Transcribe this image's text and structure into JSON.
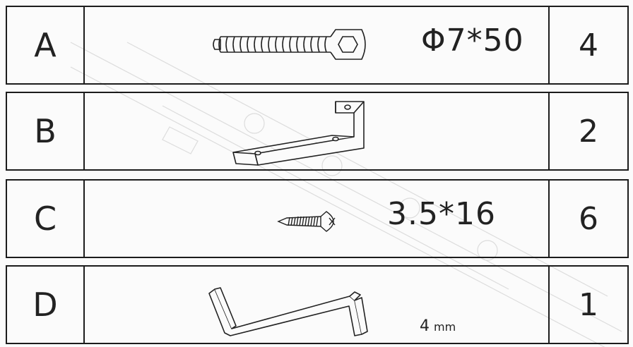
{
  "rows": [
    {
      "letter": "A",
      "spec": "Φ7*50",
      "qty": "4",
      "icon": "expansion-bolt-icon"
    },
    {
      "letter": "B",
      "spec": "",
      "qty": "2",
      "icon": "l-bracket-icon"
    },
    {
      "letter": "C",
      "spec": "3.5*16",
      "qty": "6",
      "icon": "wood-screw-icon"
    },
    {
      "letter": "D",
      "spec": "4",
      "spec_unit": "mm",
      "qty": "1",
      "icon": "hex-key-icon"
    }
  ]
}
